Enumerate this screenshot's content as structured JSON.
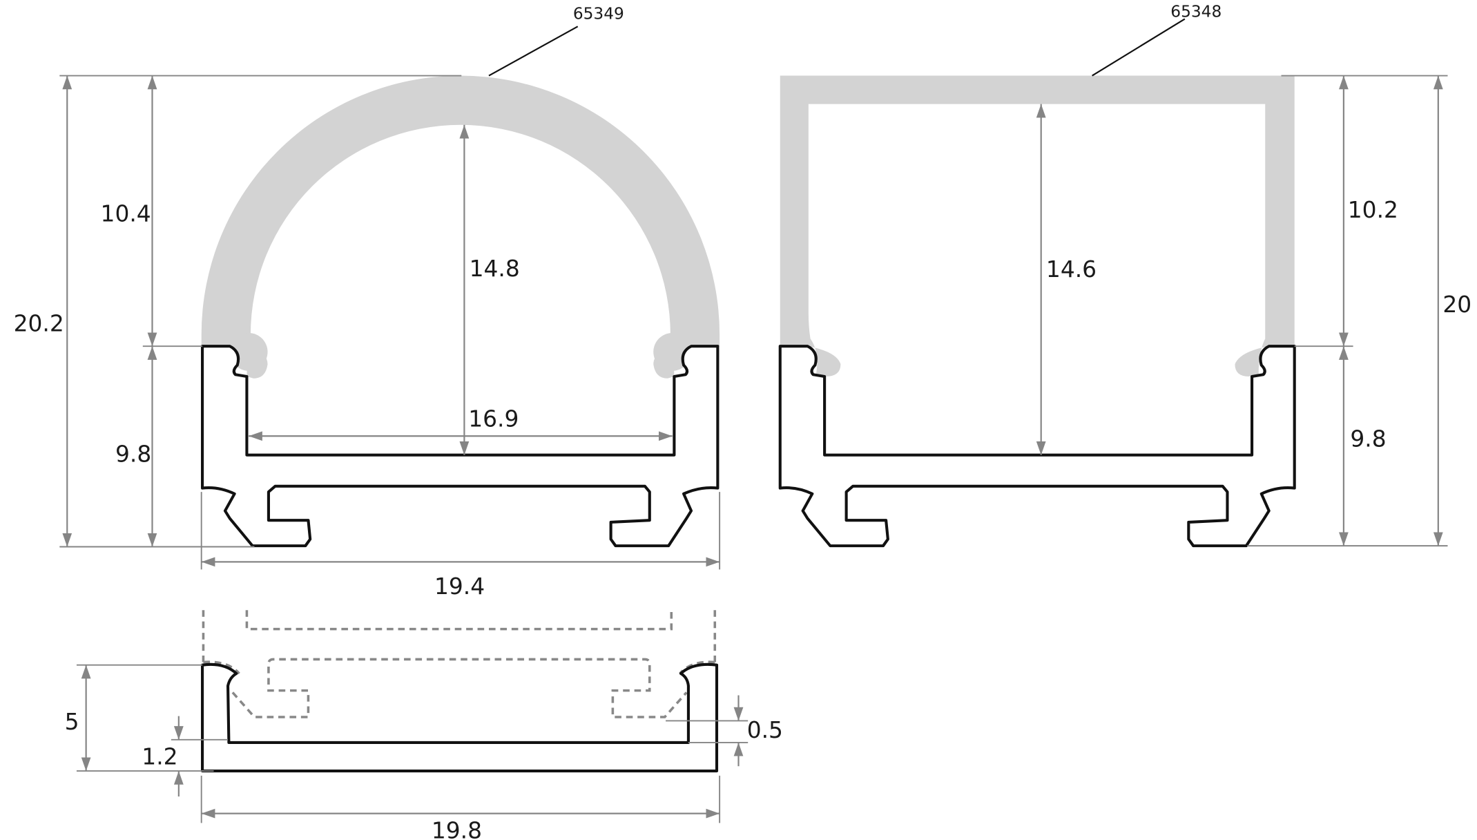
{
  "drawing": {
    "profile_left": {
      "part_number": "65349",
      "dims": {
        "total_height": "20.2",
        "diffuser_height": "10.4",
        "base_height": "9.8",
        "inner_height": "14.8",
        "inner_width": "16.9",
        "total_width": "19.4"
      }
    },
    "profile_right": {
      "part_number": "65348",
      "dims": {
        "inner_height": "14.6",
        "diffuser_height": "10.2",
        "base_height": "9.8",
        "total_height": "20"
      }
    },
    "profile_bottom": {
      "dims": {
        "height": "5",
        "base_thickness": "1.2",
        "wall_gap": "0.5",
        "total_width": "19.8"
      }
    },
    "colors": {
      "diffuser": "#d3d3d3",
      "dimension": "#858585",
      "outline": "#111111"
    }
  }
}
